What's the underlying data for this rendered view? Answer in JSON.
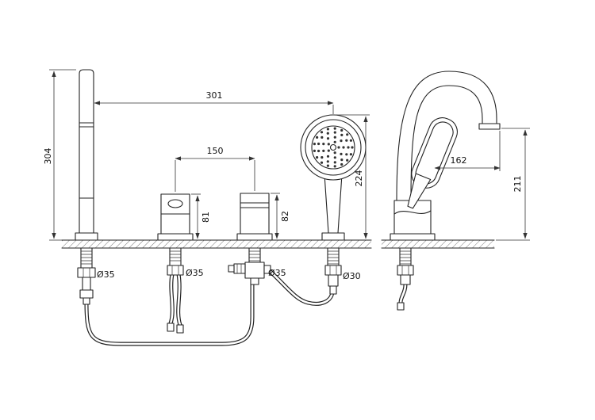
{
  "drawing_title": "deck-mounted-bath-mixer-dimension-drawing",
  "front_view": {
    "dim_column_height": "304",
    "dim_total_width": "301",
    "dim_valve_spacing": "150",
    "dim_valve1_height": "81",
    "dim_valve2_height": "82",
    "dim_shower_height": "224",
    "hole_column": "Ø35",
    "hole_valve1": "Ø35",
    "hole_valve2": "Ø35",
    "hole_shower": "Ø30"
  },
  "side_view": {
    "dim_spout_reach": "162",
    "dim_spout_height": "211"
  }
}
